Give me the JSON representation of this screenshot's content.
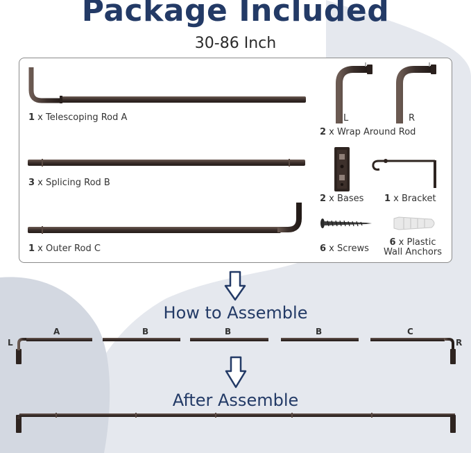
{
  "title": "Package Included",
  "subtitle": "30-86 Inch",
  "items": {
    "rod_a": {
      "qty": "1",
      "label": " x Telescoping Rod A"
    },
    "rod_b": {
      "qty": "3",
      "label": " x Splicing Rod B"
    },
    "rod_c": {
      "qty": "1",
      "label": " x Outer Rod C"
    },
    "wrap": {
      "qty": "2",
      "label": " x Wrap Around Rod",
      "left_mark": "L",
      "right_mark": "R"
    },
    "bases": {
      "qty": "2",
      "label": " x Bases"
    },
    "bracket": {
      "qty": "1",
      "label": " x Bracket"
    },
    "screws": {
      "qty": "6",
      "label": " x Screws"
    },
    "anchors": {
      "qty": "6",
      "label": " x Plastic",
      "label2": "Wall Anchors"
    }
  },
  "assemble": {
    "title": "How to Assemble",
    "end_left": "L",
    "end_right": "R",
    "segments": [
      "A",
      "B",
      "B",
      "B",
      "C"
    ]
  },
  "after": {
    "title": "After Assemble"
  },
  "colors": {
    "title": "#233a66",
    "rod": "#3f3430",
    "bg_shape": "#dfe3ea"
  }
}
